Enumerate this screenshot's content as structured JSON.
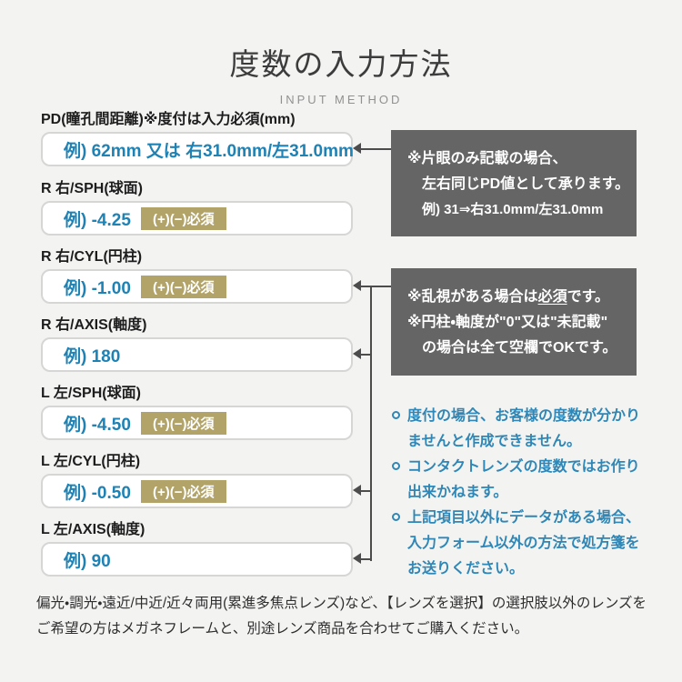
{
  "page": {
    "title": "度数の入力方法",
    "subtitle": "INPUT METHOD",
    "colors": {
      "background": "#f3f3f2",
      "accent_blue": "#1f82b4",
      "badge_gold": "#b2a369",
      "note_box_gray": "#656565",
      "connector_gray": "#4c4c4c"
    }
  },
  "form": {
    "fields": [
      {
        "label": "PD(瞳孔間距離)※度付は入力必須(mm)",
        "example": "例) 62mm 又は 右31.0mm/左31.0mm",
        "badge": ""
      },
      {
        "label": "R 右/SPH(球面)",
        "example": "例) -4.25",
        "badge": "(+)(−)必須"
      },
      {
        "label": "R 右/CYL(円柱)",
        "example": "例) -1.00",
        "badge": "(+)(−)必須"
      },
      {
        "label": "R 右/AXIS(軸度)",
        "example": "例) 180",
        "badge": ""
      },
      {
        "label": "L 左/SPH(球面)",
        "example": "例) -4.50",
        "badge": "(+)(−)必須"
      },
      {
        "label": "L 左/CYL(円柱)",
        "example": "例) -0.50",
        "badge": "(+)(−)必須"
      },
      {
        "label": "L 左/AXIS(軸度)",
        "example": "例) 90",
        "badge": ""
      }
    ]
  },
  "notes": {
    "pd_note": {
      "line1": "※片眼のみ記載の場合、",
      "line2": "左右同じPD値として承ります。",
      "line3": "例) 31⇒右31.0mm/左31.0mm"
    },
    "cyl_note": {
      "line1_pre": "※乱視がある場合は",
      "line1_underline": "必須",
      "line1_post": "です。",
      "line2": "※円柱・軸度が\"0\"又は\"未記載\"",
      "line3": "の場合は全て空欄でOKです。"
    }
  },
  "bullets": [
    "度付の場合、お客様の度数が分かりませんと作成できません。",
    "コンタクトレンズの度数ではお作り出来かねます。",
    "上記項目以外にデータがある場合、入力フォーム以外の方法で処方箋をお送りください。"
  ],
  "footer": {
    "text": "偏光・調光・遠近/中近/近々両用(累進多焦点レンズ)など、【レンズを選択】の選択肢以外のレンズをご希望の方はメガネフレームと、別途レンズ商品を合わせてご購入ください。"
  }
}
